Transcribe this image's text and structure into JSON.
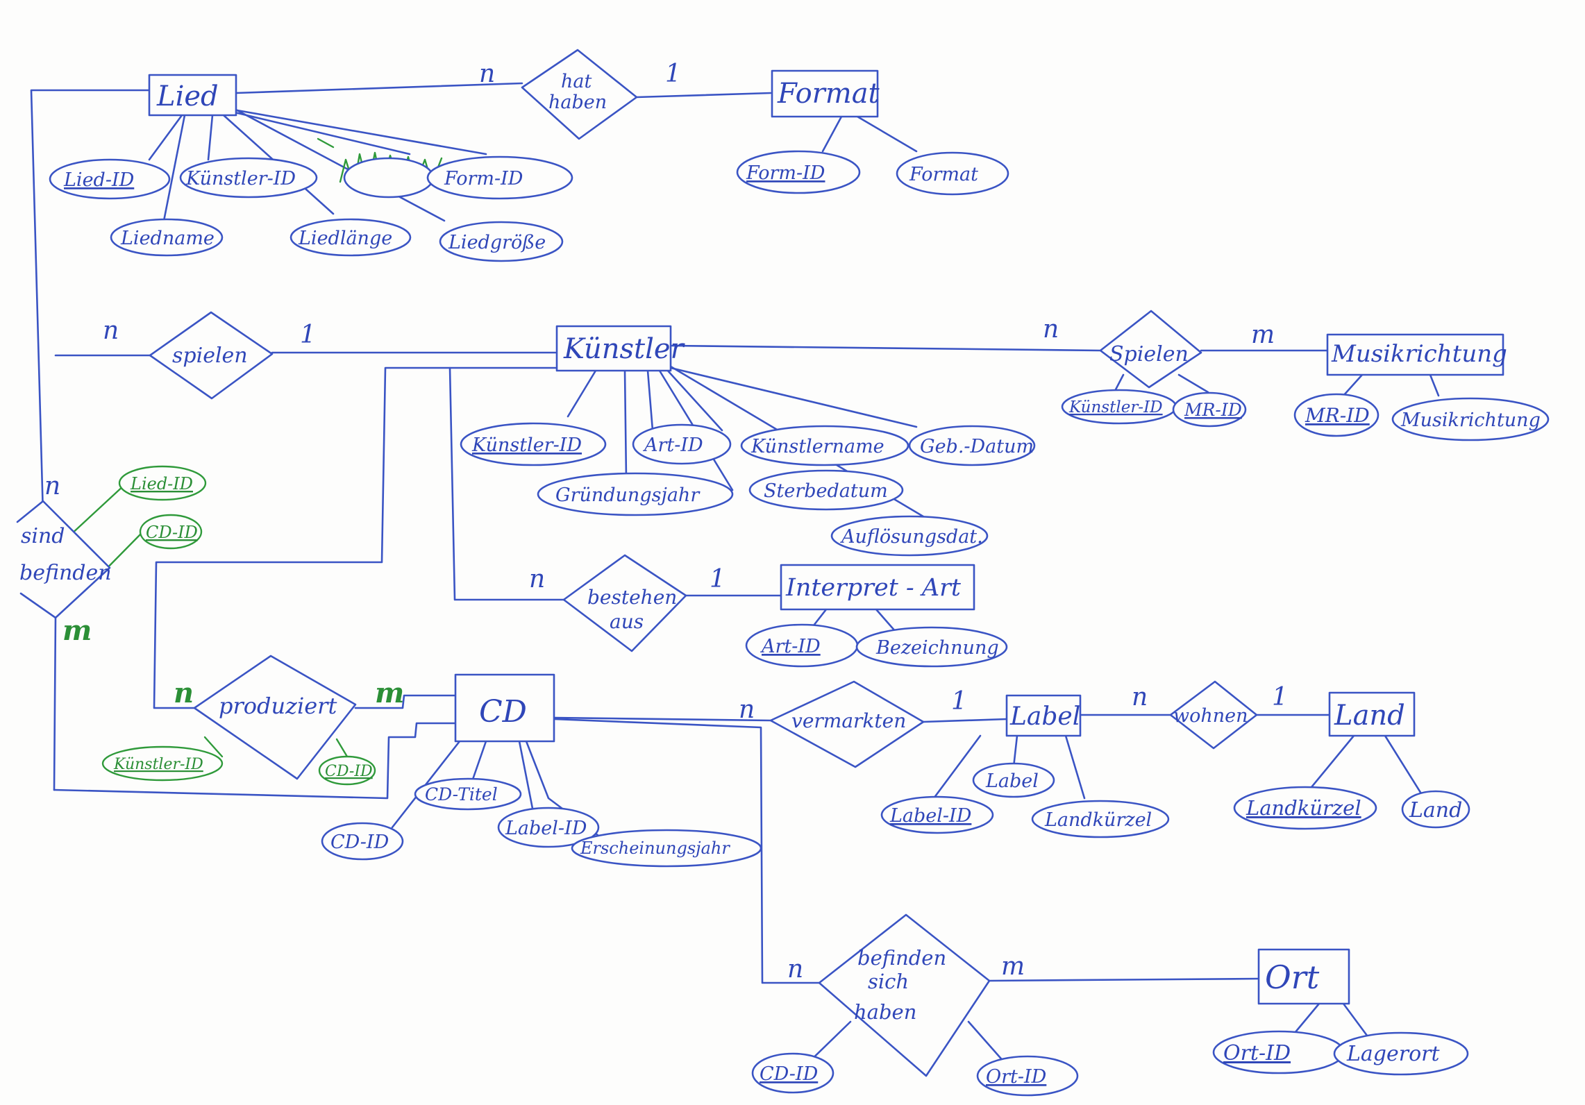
{
  "entities": {
    "lied": "Lied",
    "format": "Format",
    "kuenstler": "Künstler",
    "musikrichtung": "Musikrichtung",
    "interpret_art": "Interpret - Art",
    "cd": "CD",
    "label": "Label",
    "land": "Land",
    "ort": "Ort"
  },
  "relationships": {
    "hat_haben": {
      "line1": "hat",
      "line2": "haben"
    },
    "spielen_lied": "spielen",
    "spielen_musik": "Spielen",
    "sind_befinden": {
      "line1": "sind",
      "line2": "befinden"
    },
    "bestehen_aus": {
      "line1": "bestehen",
      "line2": "aus"
    },
    "produziert": "produziert",
    "vermarkten": "vermarkten",
    "wohnen": "wohnen",
    "befinden_sich": {
      "line1": "befinden",
      "line2": "sich",
      "line3": "haben"
    }
  },
  "attributes": {
    "lied": {
      "lied_id": "Lied-ID",
      "kuenstler_id": "Künstler-ID",
      "form_id": "Form-ID",
      "liedname": "Liedname",
      "liedlaenge": "Liedlänge",
      "liedgroesse": "Liedgröße"
    },
    "format": {
      "form_id": "Form-ID",
      "format": "Format"
    },
    "kuenstler": {
      "kuenstler_id": "Künstler-ID",
      "art_id": "Art-ID",
      "kuenstlername": "Künstlername",
      "geb_datum": "Geb.-Datum",
      "gruendungsjahr": "Gründungsjahr",
      "sterbedatum": "Sterbedatum",
      "aufloesungsdat": "Auflösungsdat."
    },
    "spielen": {
      "kuenstler_id": "Künstler-ID",
      "mr_id": "MR-ID"
    },
    "musikrichtung": {
      "mr_id": "MR-ID",
      "musikrichtung": "Musikrichtung"
    },
    "interpret_art": {
      "art_id": "Art-ID",
      "bezeichnung": "Bezeichnung"
    },
    "cd": {
      "cd_id": "CD-ID",
      "cd_titel": "CD-Titel",
      "label_id": "Label-ID",
      "erscheinungsjahr": "Erscheinungsjahr"
    },
    "label": {
      "label_id": "Label-ID",
      "label": "Label",
      "landkuerzel": "Landkürzel"
    },
    "land": {
      "landkuerzel": "Landkürzel",
      "land": "Land"
    },
    "befinden_sich": {
      "cd_id": "CD-ID",
      "ort_id": "Ort-ID"
    },
    "ort": {
      "ort_id": "Ort-ID",
      "lagerort": "Lagerort"
    }
  },
  "green_attributes": {
    "lied_id": "Lied-ID",
    "cd_id": "CD-ID",
    "kuenstler_id": "Künstler-ID",
    "cd_id_produziert": "CD-ID"
  },
  "cardinalities": {
    "lied_hat": "n",
    "hat_format": "1",
    "lied_spielen": "n",
    "spielen_kuenstler": "1",
    "kuenstler_spielen": "n",
    "spielen_musik": "m",
    "kuenstler_bestehen": "n",
    "bestehen_interpret": "1",
    "cd_vermarkten": "n",
    "vermarkten_label": "1",
    "label_wohnen": "n",
    "wohnen_land": "1",
    "cd_befinden": "n",
    "befinden_ort": "m",
    "lied_sind": "n",
    "sind_cd": "m",
    "kuenstler_produziert": "n",
    "produziert_cd": "m"
  },
  "colors": {
    "ink_blue": "#3a54c4",
    "ink_green": "#2f9a3a",
    "paper": "#fdfdfc"
  }
}
